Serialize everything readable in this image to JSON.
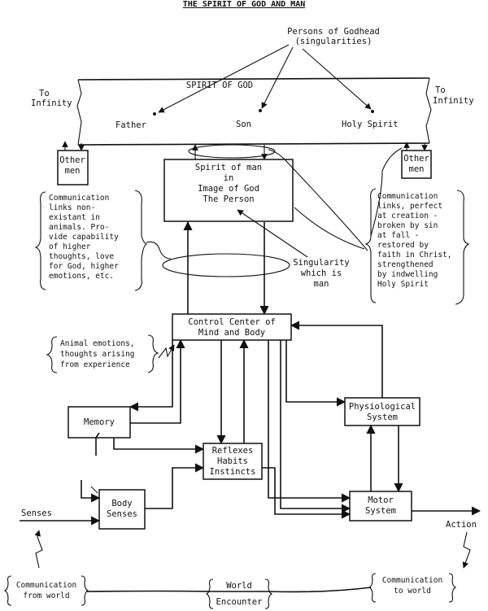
{
  "title": "THE SPIRIT OF GOD AND MAN",
  "godhead": {
    "label_line1": "Persons of Godhead",
    "label_line2": "(singularities)",
    "band_label": "SPIRIT OF GOD",
    "persons": [
      "Father",
      "Son",
      "Holy Spirit"
    ],
    "to_infinity_left": [
      "To",
      "Infinity"
    ],
    "to_infinity_right": [
      "To",
      "Infinity"
    ]
  },
  "other_men_left": [
    "Other",
    "men"
  ],
  "other_men_right": [
    "Other",
    "men"
  ],
  "spirit_of_man": [
    "Spirit of man",
    "in",
    "Image of God",
    "The Person"
  ],
  "note_left": [
    "Communication",
    "links non-",
    "existant in",
    "animals. Pro-",
    "vide capability",
    "of higher",
    "thoughts, love",
    "for God, higher",
    "emotions, etc."
  ],
  "note_right": [
    "Communication",
    "links, perfect",
    "at creation -",
    "broken by sin",
    "at fall -",
    "restored by",
    "faith in Christ,",
    "strengthened",
    "by indwelling",
    "Holy Spirit"
  ],
  "singularity": [
    "Singularity",
    "which is",
    "man"
  ],
  "control_center": [
    "Control Center of",
    "Mind and Body"
  ],
  "animal_emotions": [
    "Animal emotions,",
    "thoughts arising",
    "from experience"
  ],
  "memory": "Memory",
  "physiological": [
    "Physiological",
    "System"
  ],
  "reflexes": [
    "Reflexes",
    "Habits",
    "Instincts"
  ],
  "body_senses": [
    "Body",
    "Senses"
  ],
  "motor": [
    "Motor",
    "System"
  ],
  "senses": "Senses",
  "action": "Action",
  "world": {
    "from": [
      "Communication",
      "from world"
    ],
    "encounter": [
      "World",
      "Encounter"
    ],
    "to": [
      "Communication",
      "to world"
    ]
  },
  "colors": {
    "ink": "#111111",
    "paper": "#ffffff"
  }
}
